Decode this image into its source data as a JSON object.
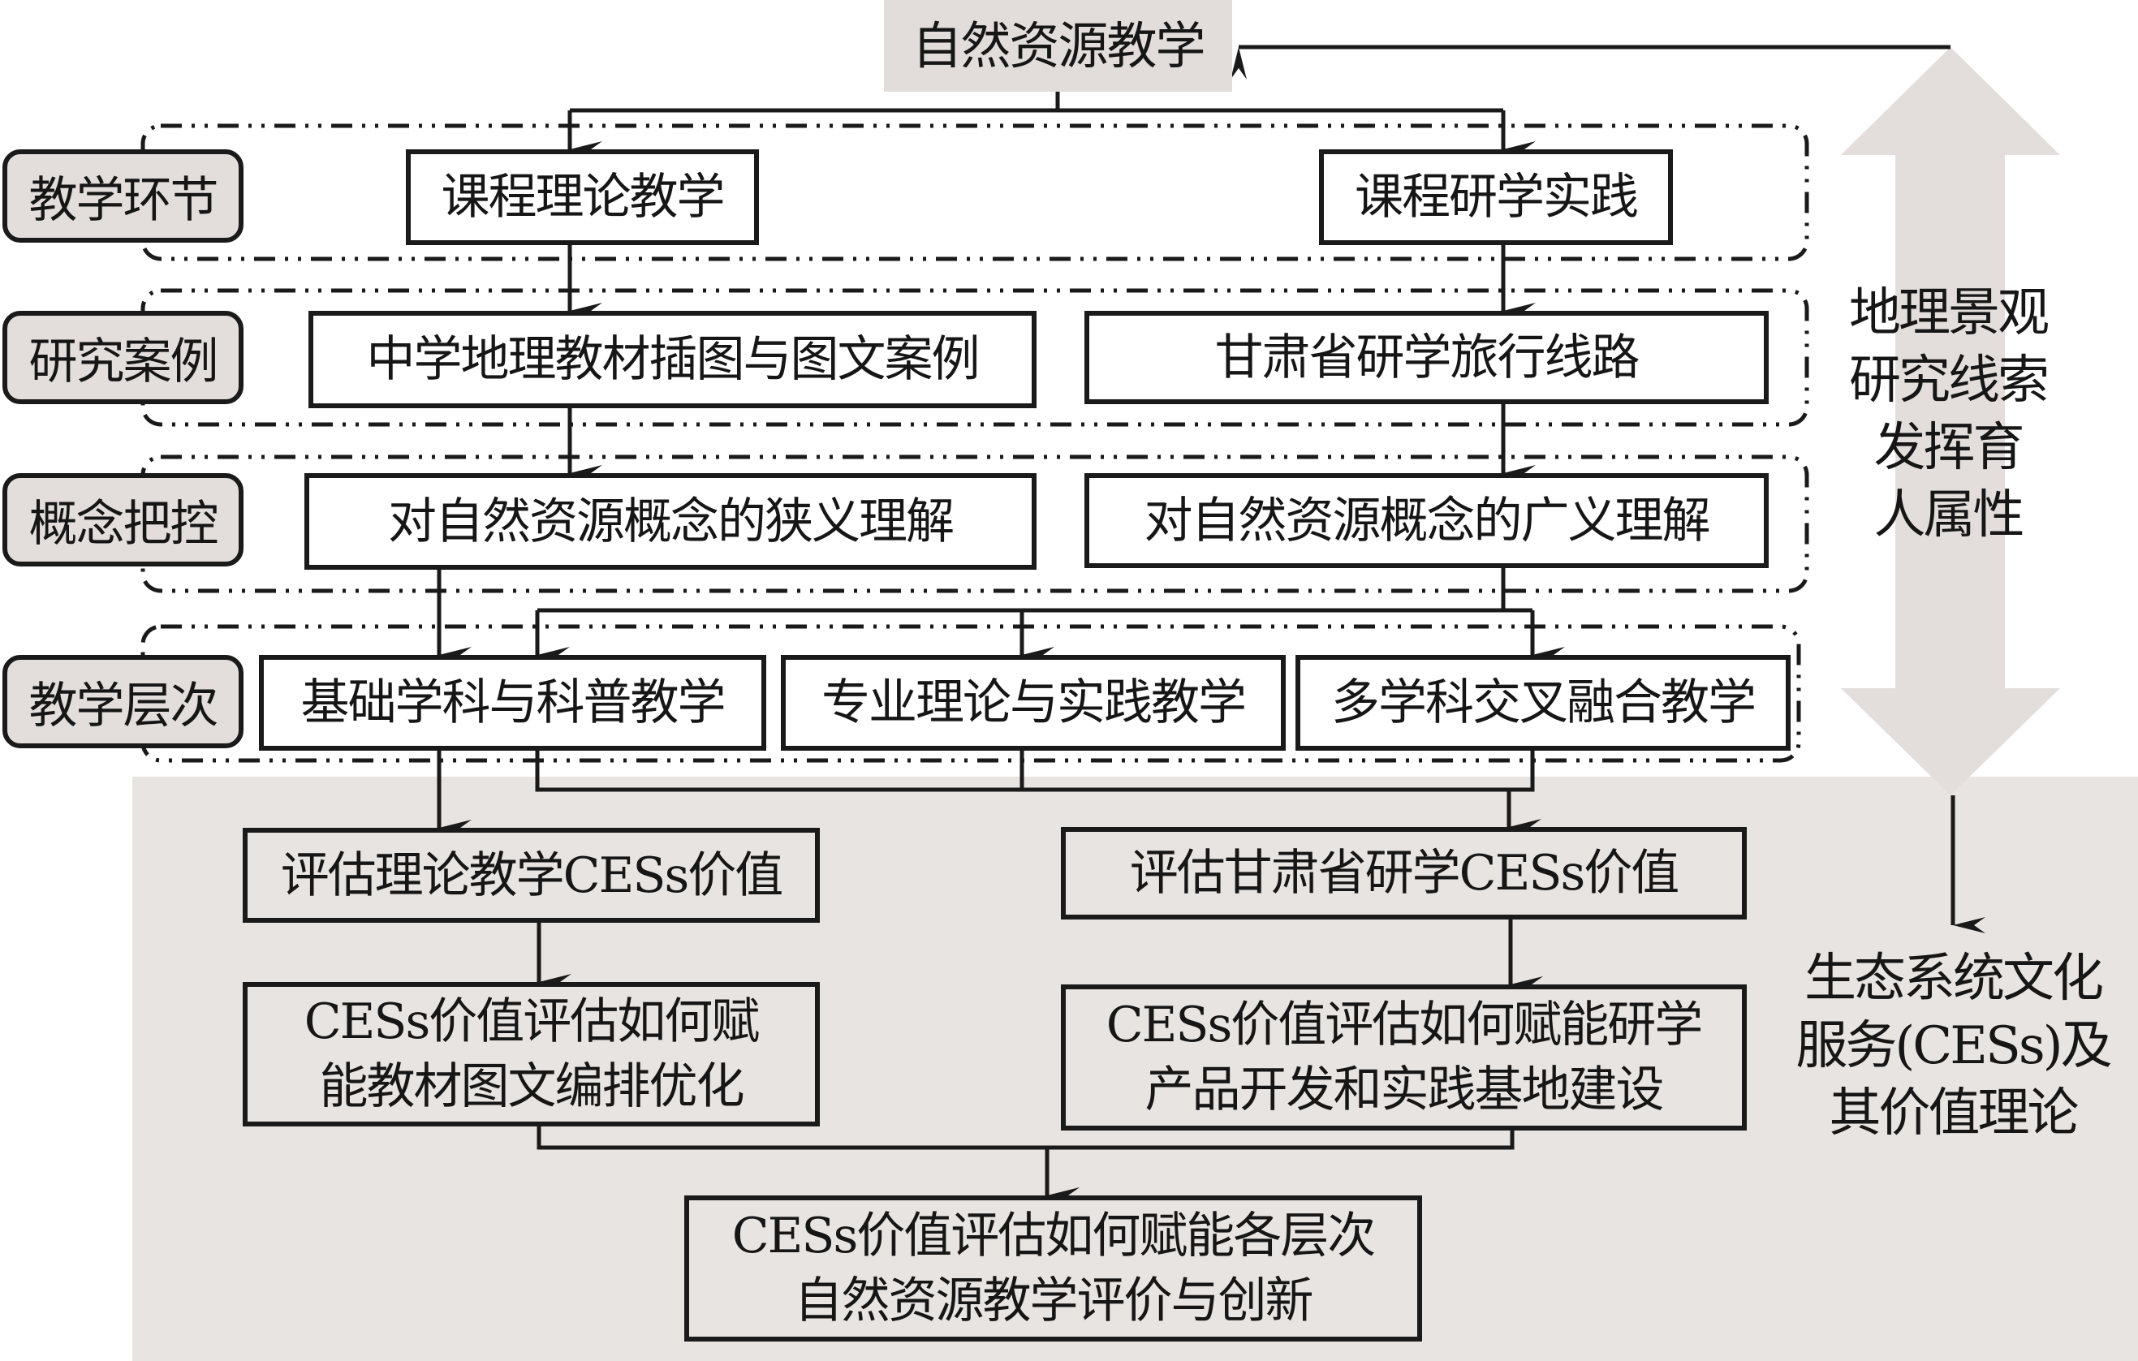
{
  "title": "自然资源教学",
  "rows": [
    {
      "label": "教学环节",
      "boxes": [
        "课程理论教学",
        "课程研学实践"
      ]
    },
    {
      "label": "研究案例",
      "boxes": [
        "中学地理教材插图与图文案例",
        "甘肃省研学旅行线路"
      ]
    },
    {
      "label": "概念把控",
      "boxes": [
        "对自然资源概念的狭义理解",
        "对自然资源概念的广义理解"
      ]
    },
    {
      "label": "教学层次",
      "boxes": [
        "基础学科与科普教学",
        "专业理论与实践教学",
        "多学科交叉融合教学"
      ]
    }
  ],
  "evaluation": {
    "left": {
      "assess": "评估理论教学CESs价值",
      "empower_lines": [
        "CESs价值评估如何赋",
        "能教材图文编排优化"
      ]
    },
    "right": {
      "assess": "评估甘肃省研学CESs价值",
      "empower_lines": [
        "CESs价值评估如何赋能研学",
        "产品开发和实践基地建设"
      ]
    },
    "final_lines": [
      "CESs价值评估如何赋能各层次",
      "自然资源教学评价与创新"
    ]
  },
  "side_notes": {
    "upper_lines": [
      "地理景观",
      "研究线索",
      "发挥育",
      "人属性"
    ],
    "lower_lines": [
      "生态系统文化",
      "服务(CESs)及",
      "其价值理论"
    ]
  },
  "colors": {
    "panel_gray": "#e8e4e1",
    "title_gray": "#e2dcdb",
    "label_gray": "#e3dedc",
    "arrow_gray": "#e3dedc",
    "line": "#1a1a1a"
  }
}
